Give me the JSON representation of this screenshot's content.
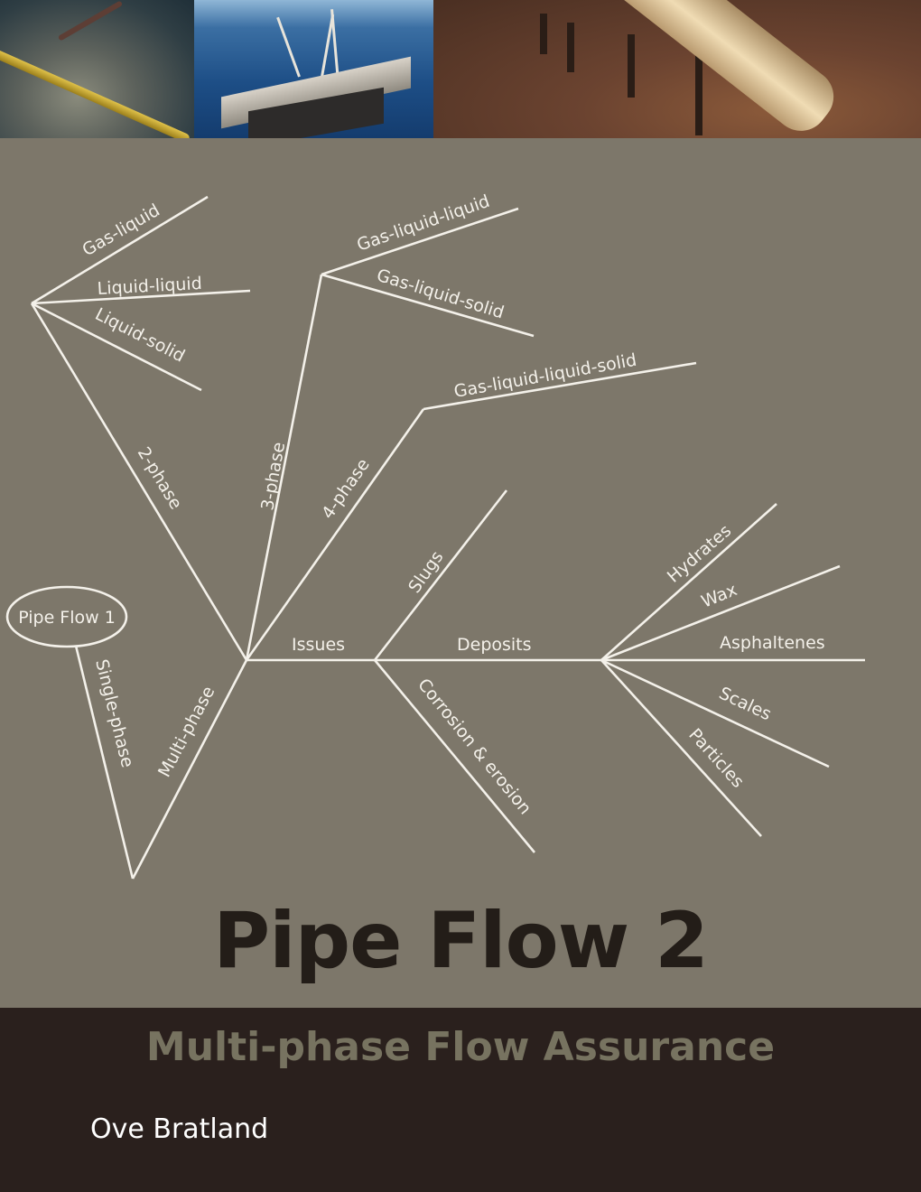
{
  "cover": {
    "title": "Pipe Flow 2",
    "subtitle": "Multi-phase Flow Assurance",
    "author": "Ove Bratland",
    "colors": {
      "background": "#7d776a",
      "bottom_band": "#2a201d",
      "title": "#231d18",
      "subtitle": "#777360",
      "lines": "#f4f1ea"
    }
  },
  "photos": [
    {
      "name": "subsea-pipeline"
    },
    {
      "name": "offshore-pipelay-vessel"
    },
    {
      "name": "overland-pipeline"
    }
  ],
  "tree": {
    "root": "Pipe Flow 1",
    "single_phase": "Single-phase",
    "multi_phase": "Multi-phase",
    "two_phase": "2-phase",
    "two_phase_children": [
      "Gas-liquid",
      "Liquid-liquid",
      "Liquid-solid"
    ],
    "three_phase": "3-phase",
    "three_phase_children": [
      "Gas-liquid-liquid",
      "Gas-liquid-solid"
    ],
    "four_phase": "4-phase",
    "four_phase_children": [
      "Gas-liquid-liquid-solid"
    ],
    "issues": "Issues",
    "issues_children": [
      "Slugs",
      "Deposits",
      "Corrosion & erosion"
    ],
    "deposits_children": [
      "Hydrates",
      "Wax",
      "Asphaltenes",
      "Scales",
      "Particles"
    ]
  }
}
